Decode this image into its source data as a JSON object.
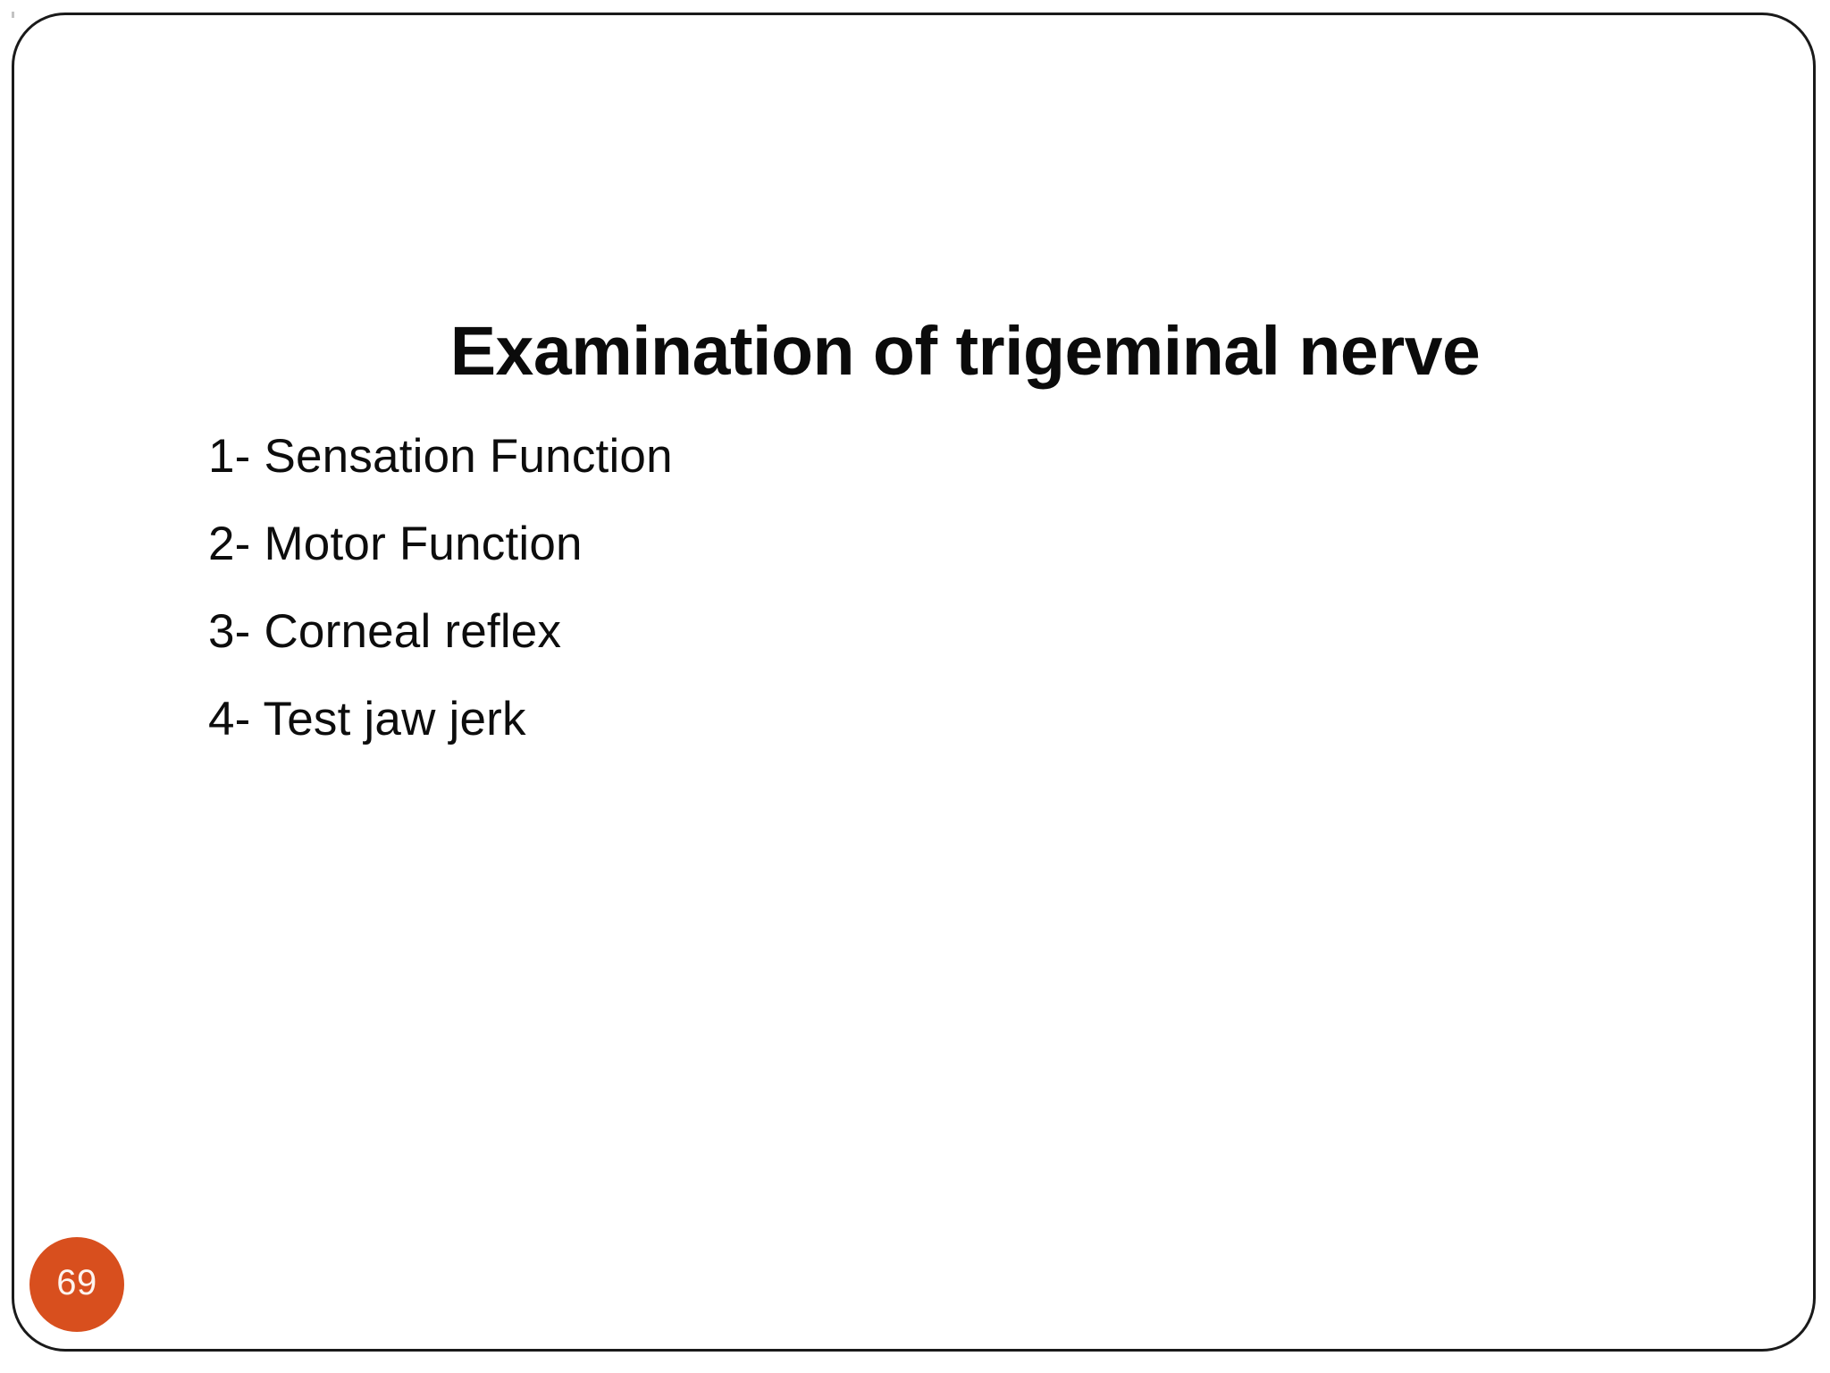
{
  "slide": {
    "title": "Examination of trigeminal nerve",
    "bullets": [
      {
        "text": "1- Sensation Function"
      },
      {
        "text": "2- Motor Function"
      },
      {
        "text": "3- Corneal reflex"
      },
      {
        "text": "4- Test jaw jerk"
      }
    ],
    "page_number": "69",
    "colors": {
      "badge_background": "#d84f1e",
      "badge_text": "#fdf4ef",
      "frame_border": "#1a1a1a",
      "slide_background": "#ffffff",
      "body_text": "#0d0d0d",
      "title_text": "#0b0b0b"
    }
  }
}
